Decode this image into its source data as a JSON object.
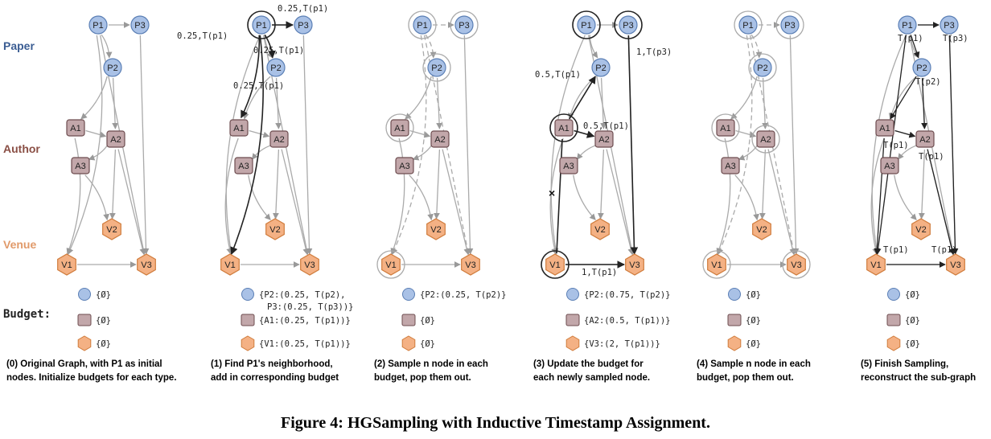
{
  "row_labels": {
    "paper": "Paper",
    "author": "Author",
    "venue": "Venue",
    "budget": "Budget:"
  },
  "nodes": {
    "P1": "P1",
    "P2": "P2",
    "P3": "P3",
    "A1": "A1",
    "A2": "A2",
    "A3": "A3",
    "V1": "V1",
    "V2": "V2",
    "V3": "V3"
  },
  "panels": [
    {
      "step_caption": [
        "(0) Original Graph, with  P1 as initial",
        "nodes. Initialize budgets for each type."
      ],
      "budget": {
        "paper": [
          "{Ø}"
        ],
        "author": [
          "{Ø}"
        ],
        "venue": [
          "{Ø}"
        ]
      }
    },
    {
      "step_caption": [
        "(1) Find P1's neighborhood,",
        "add in corresponding budget"
      ],
      "budget": {
        "paper": [
          "{P2:(0.25, T(p2),",
          "P3:(0.25, T(p3))}"
        ],
        "author": [
          "{A1:(0.25, T(p1))}"
        ],
        "venue": [
          "{V1:(0.25, T(p1))}"
        ]
      },
      "edge_labels": [
        "0.25,T(p1)",
        "0.25,T(p1)",
        "0.25,T(p1)",
        "0.25,T(p1)"
      ]
    },
    {
      "step_caption": [
        "(2) Sample n node in each",
        "budget, pop them out."
      ],
      "budget": {
        "paper": [
          "{P2:(0.25, T(p2)}"
        ],
        "author": [
          "{Ø}"
        ],
        "venue": [
          "{Ø}"
        ]
      }
    },
    {
      "step_caption": [
        "(3) Update the budget for",
        "each newly sampled node."
      ],
      "budget": {
        "paper": [
          "{P2:(0.75, T(p2)}"
        ],
        "author": [
          "{A2:(0.5, T(p1))}"
        ],
        "venue": [
          "{V3:(2, T(p1))}"
        ]
      },
      "edge_labels": [
        "0.5,T(p1)",
        "0.5,T(p1)",
        "1,T(p3)",
        "1,T(p1)"
      ]
    },
    {
      "step_caption": [
        "(4) Sample n node in each",
        "budget, pop them out."
      ],
      "budget": {
        "paper": [
          "{Ø}"
        ],
        "author": [
          "{Ø}"
        ],
        "venue": [
          "{Ø}"
        ]
      }
    },
    {
      "step_caption": [
        "(5) Finish Sampling,",
        "reconstruct the sub-graph"
      ],
      "budget": {
        "paper": [
          "{Ø}"
        ],
        "author": [
          "{Ø}"
        ],
        "venue": [
          "{Ø}"
        ]
      },
      "timestamps": [
        "T(p1)",
        "T(p3)",
        "T(p2)",
        "T(p1)",
        "T(p1)",
        "T(p1)",
        "T(p1)"
      ]
    }
  ],
  "figure_caption": "Figure 4: HGSampling with Inductive Timestamp Assignment.",
  "colors": {
    "paper_fill": "#a9c1e6",
    "paper_stroke": "#5b7fb5",
    "author_fill": "#c2a7aa",
    "author_stroke": "#6d4c4f",
    "venue_fill": "#f4b184",
    "venue_stroke": "#d07c3c",
    "paper_label": "#3b5d93",
    "author_label": "#8a4f45",
    "venue_label": "#e19a6a"
  }
}
